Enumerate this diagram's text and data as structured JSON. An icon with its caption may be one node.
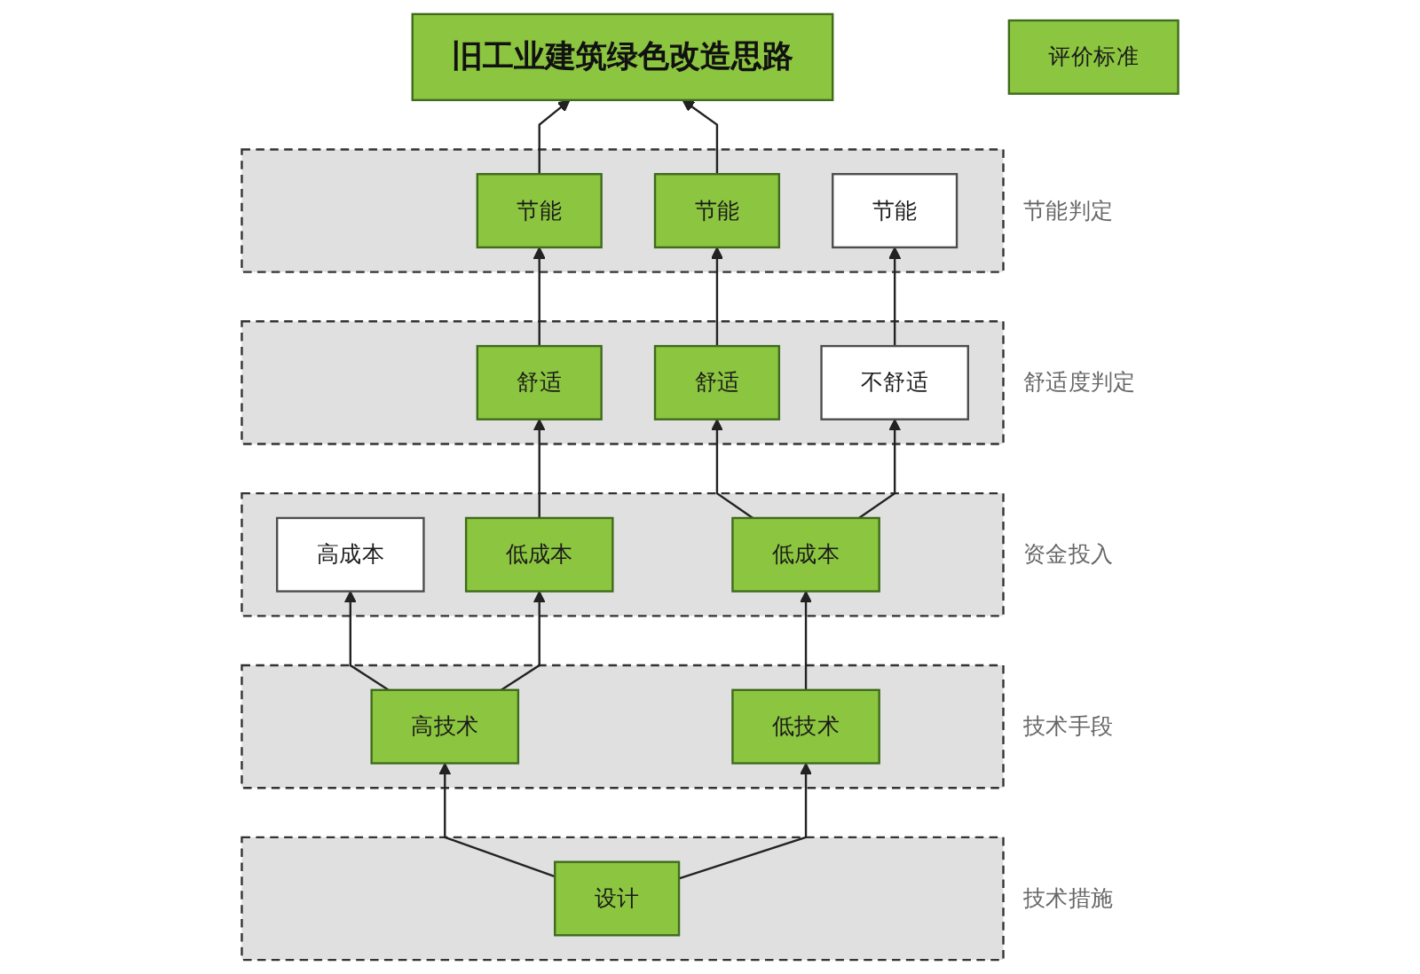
{
  "diagram": {
    "nodes": [
      {
        "text": [
          "旧工业建筑绿色改造思路"
        ]
      },
      {
        "text": [
          "评价标准"
        ]
      },
      {
        "text": [
          "节能判定"
        ]
      },
      {
        "text": [
          "节能"
        ],
        "in": 2
      },
      {
        "text": [
          "节能"
        ],
        "in": 2
      },
      {
        "text": [
          "节能"
        ],
        "in": 2
      },
      {
        "text": [
          "舒适度判定"
        ]
      },
      {
        "text": [
          "舒适"
        ],
        "in": 6
      },
      {
        "text": [
          "舒适"
        ],
        "in": 6
      },
      {
        "text": [
          "不舒适"
        ],
        "in": 6
      },
      {
        "text": [
          "资金投入"
        ]
      },
      {
        "text": [
          "高成本"
        ],
        "in": 10
      },
      {
        "text": [
          "低成本"
        ],
        "in": 10
      },
      {
        "text": [
          "低成本"
        ],
        "in": 10
      },
      {
        "text": [
          "技术手段"
        ]
      },
      {
        "text": [
          "高技术"
        ],
        "in": 14
      },
      {
        "text": [
          "低技术"
        ],
        "in": 14
      },
      {
        "text": [
          "技术措施"
        ]
      },
      {
        "text": [
          "设计"
        ],
        "in": 17
      }
    ],
    "edges": [
      {
        "from": 18,
        "to": 15,
        "arrow": "to"
      },
      {
        "from": 18,
        "to": 16,
        "arrow": "to"
      },
      {
        "from": 15,
        "to": 11,
        "arrow": "to"
      },
      {
        "from": 15,
        "to": 12,
        "arrow": "to"
      },
      {
        "from": 16,
        "to": 13,
        "arrow": "to"
      },
      {
        "from": 12,
        "to": 7,
        "arrow": "to"
      },
      {
        "from": 13,
        "to": 8,
        "arrow": "to"
      },
      {
        "from": 13,
        "to": 9,
        "arrow": "to"
      },
      {
        "from": 7,
        "to": 3,
        "arrow": "to"
      },
      {
        "from": 8,
        "to": 4,
        "arrow": "to"
      },
      {
        "from": 9,
        "to": 5,
        "arrow": "to"
      },
      {
        "from": 3,
        "to": 0,
        "arrow": "to"
      },
      {
        "from": 4,
        "to": 0,
        "arrow": "to"
      }
    ]
  }
}
